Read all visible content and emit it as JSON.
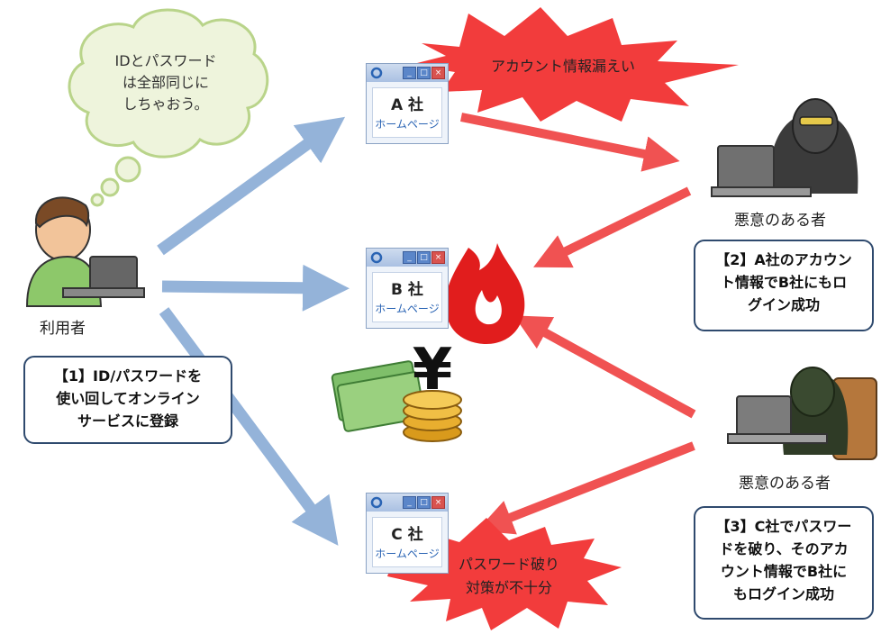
{
  "thought_bubble": {
    "lines": [
      "IDとパスワード",
      "は全部同じに",
      "しちゃおう。"
    ]
  },
  "user": {
    "label": "利用者"
  },
  "step1": {
    "lines": [
      "【1】ID/パスワードを",
      "使い回してオンライン",
      "サービスに登録"
    ]
  },
  "companies": {
    "a": {
      "name": "A 社",
      "page": "ホームページ"
    },
    "b": {
      "name": "B 社",
      "page": "ホームページ"
    },
    "c": {
      "name": "C 社",
      "page": "ホームページ"
    }
  },
  "leak_burst": {
    "text": "アカウント情報漏えい"
  },
  "crack_burst": {
    "lines": [
      "パスワード破り",
      "対策が不十分"
    ]
  },
  "attacker1": {
    "label": "悪意のある者"
  },
  "attacker2": {
    "label": "悪意のある者"
  },
  "step2": {
    "lines": [
      "【2】A社のアカウン",
      "ト情報でB社にもロ",
      "グイン成功"
    ]
  },
  "step3": {
    "lines": [
      "【3】C社でパスワー",
      "ドを破り、そのアカ",
      "ウント情報でB社に",
      "もログイン成功"
    ]
  },
  "icons": [
    "cloud-thought-icon",
    "user-laptop-icon",
    "browser-window-icon",
    "fire-icon",
    "money-yen-icon",
    "hacker-laptop-icon",
    "hooded-hacker-icon",
    "explosion-burst-icon"
  ],
  "colors": {
    "blue_arrow": "#94b3d9",
    "red_arrow": "#f05252",
    "burst": "#f23c3c",
    "callout_border": "#2f4a6e"
  }
}
